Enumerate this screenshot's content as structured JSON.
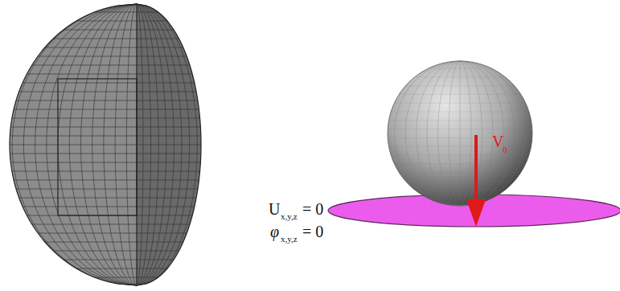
{
  "diagram": {
    "labels": [
      "V",
      "0",
      "U",
      "x,y,z",
      "= 0",
      "φ",
      "x,y,z",
      "= 0"
    ]
  }
}
